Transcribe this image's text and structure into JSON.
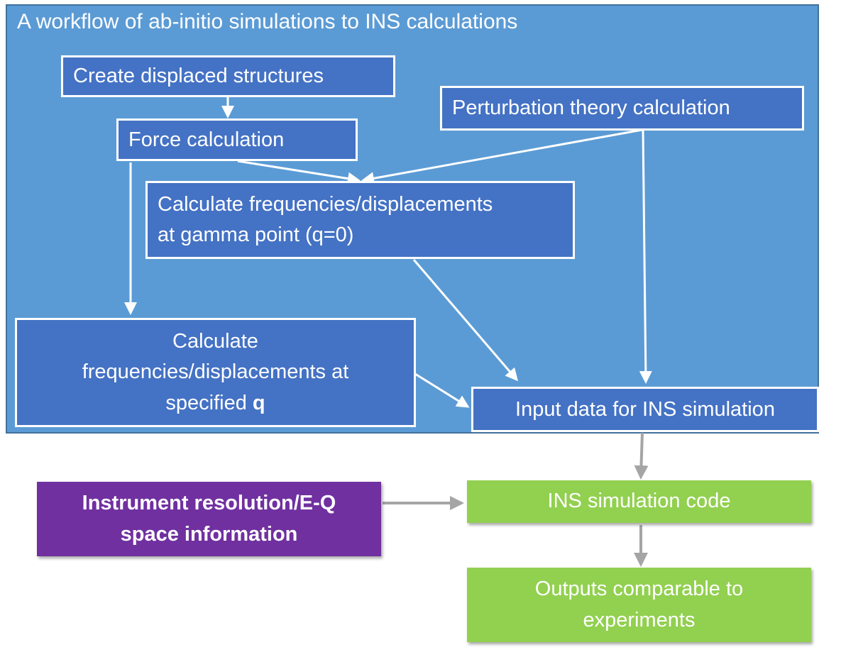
{
  "panel": {
    "title": "A workflow of ab-initio simulations to INS calculations"
  },
  "nodes": {
    "create_displaced": "Create displaced structures",
    "force_calc": "Force calculation",
    "perturbation": "Perturbation theory calculation",
    "gamma_line1": "Calculate frequencies/displacements",
    "gamma_line2": "at gamma point (q=0)",
    "specified_line1": "Calculate",
    "specified_line2": "frequencies/displacements at",
    "specified_line3_prefix": "specified ",
    "specified_line3_bold": "q",
    "input_data": "Input data for INS simulation",
    "instrument_line1": "Instrument resolution/E-Q",
    "instrument_line2": "space information",
    "ins_code": "INS simulation code",
    "outputs_line1": "Outputs comparable to",
    "outputs_line2": "experiments"
  },
  "colors": {
    "panel": "#5b9bd5",
    "box": "#4472c4",
    "green": "#92d050",
    "purple": "#7030a0",
    "white_arrow": "#ffffff",
    "gray_arrow": "#a5a5a5"
  }
}
